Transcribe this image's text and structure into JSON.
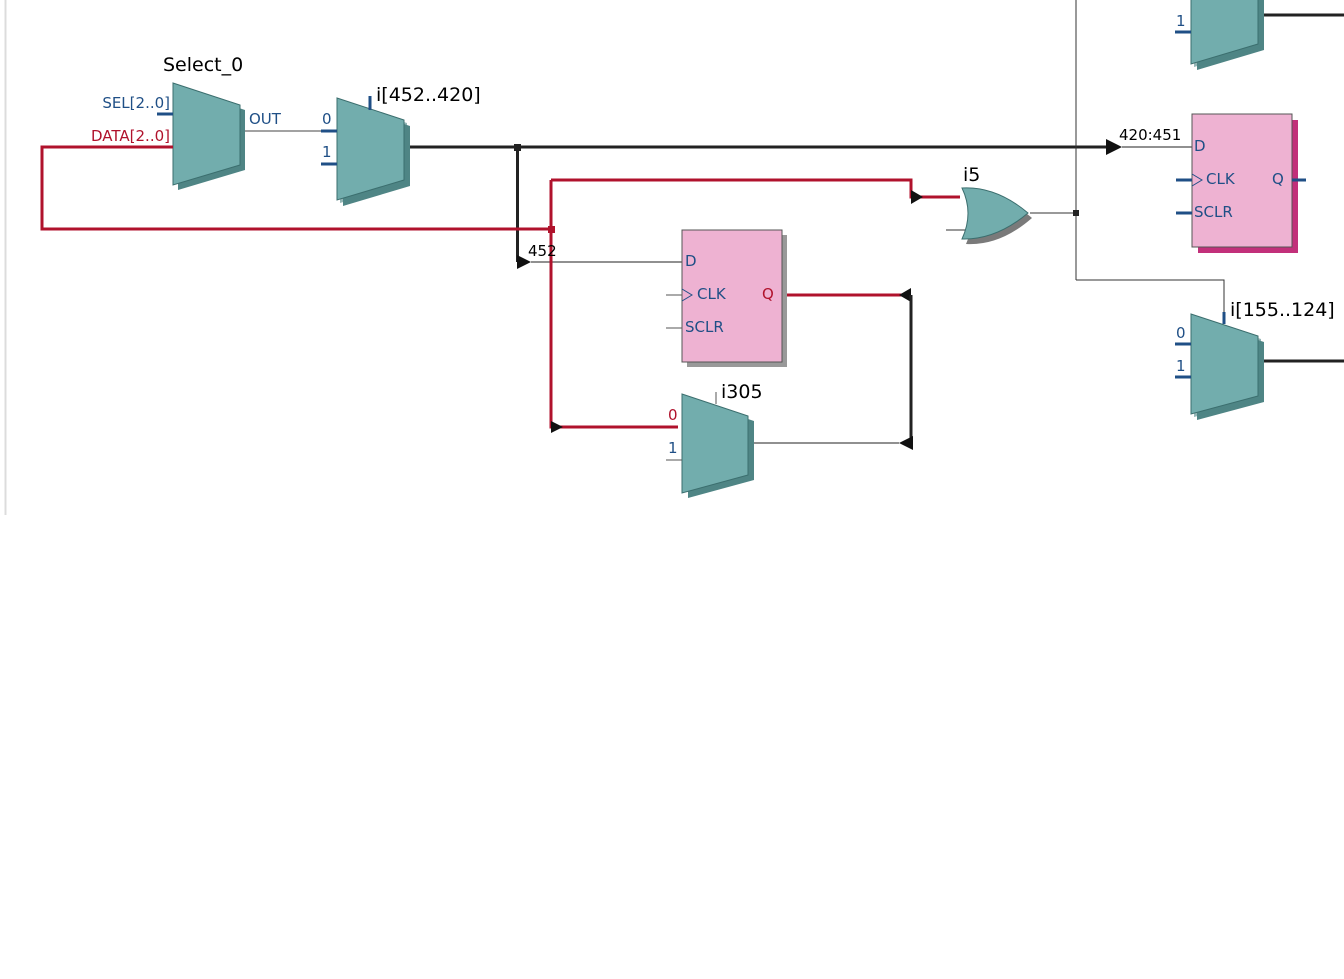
{
  "mux_select": {
    "instance": "Select_0",
    "sel_pin": "SEL[2..0]",
    "data_pin": "DATA[2..0]",
    "out_pin": "OUT"
  },
  "mux_i452": {
    "instance": "i[452..420]",
    "pin0": "0",
    "pin1": "1"
  },
  "reg_top_right": {
    "bus_label": "420:451",
    "pin_d": "D",
    "pin_clk": "CLK",
    "pin_sclr": "SCLR",
    "pin_q": "Q"
  },
  "reg_mid": {
    "bus_label": "452",
    "pin_d": "D",
    "pin_clk": "CLK",
    "pin_sclr": "SCLR",
    "pin_q": "Q"
  },
  "or_gate": {
    "instance": "i5"
  },
  "mux_i305": {
    "instance": "i305",
    "pin0": "0",
    "pin1": "1"
  },
  "mux_i155": {
    "instance": "i[155..124]",
    "pin0": "0",
    "pin1": "1"
  },
  "mux_top_right": {
    "pin1": "1"
  },
  "colors": {
    "wire_black": "#222222",
    "wire_red": "#b0122c",
    "pin_blue": "#1f4f86",
    "mux_fill": "#72adad",
    "reg_fill": "#eeb2d2"
  }
}
